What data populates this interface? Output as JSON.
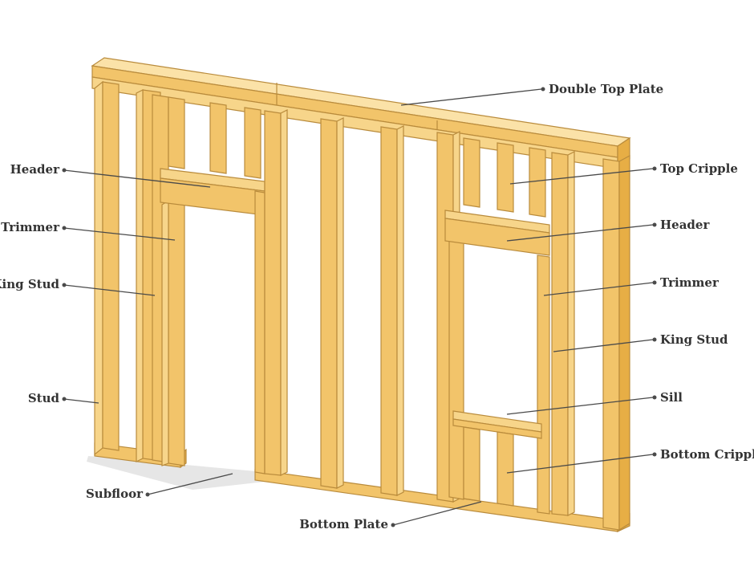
{
  "labels": {
    "double_top_plate": "Double Top Plate",
    "header_left": "Header",
    "trimmer_left": "Trimmer",
    "king_stud_left": "King Stud",
    "stud": "Stud",
    "subfloor": "Subfloor",
    "bottom_plate": "Bottom Plate",
    "top_cripple": "Top Cripple",
    "header_right": "Header",
    "trimmer_right": "Trimmer",
    "king_stud_right": "King Stud",
    "sill": "Sill",
    "bottom_cripple": "Bottom Crippl"
  },
  "colors": {
    "wood_light": "#f7d58a",
    "wood_mid": "#f2c46a",
    "wood_dark": "#e7ae45",
    "outline": "#b98b3c",
    "label": "#333333"
  }
}
